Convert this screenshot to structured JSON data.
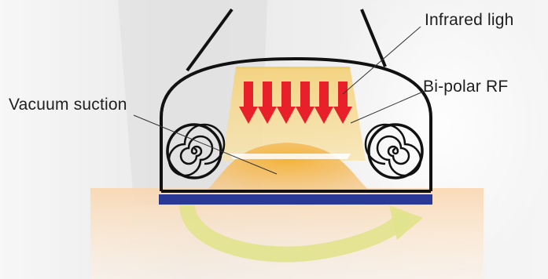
{
  "labels": {
    "infrared": "Infrared ligh",
    "bipolar_rf": "Bi-polar RF",
    "vacuum": "Vacuum suction"
  },
  "colors": {
    "outline": "#111111",
    "arrow_red": "#e8202a",
    "infrared_zone": "#f6d789",
    "vacuum_bulge": "#f5b14a",
    "electrode_bar": "#2a3896",
    "circulation_arrow": "#dfe28a",
    "skin_tissue": "#fbe3c8"
  },
  "icons": {
    "heat_arrows": "down-arrow",
    "rollers": "spiral-roller",
    "circulation": "curved-arrow"
  },
  "heat_arrow_count": 6
}
